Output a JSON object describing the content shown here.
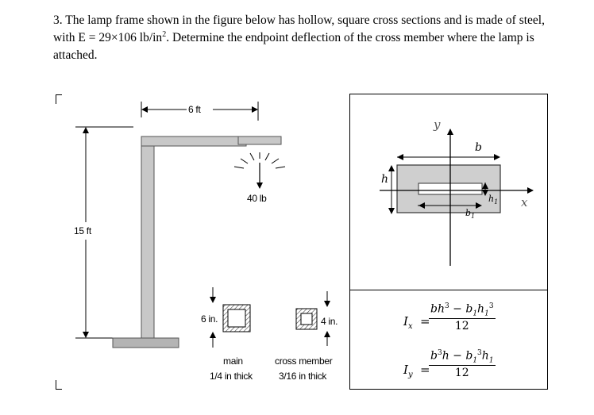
{
  "problem": {
    "number": "3.",
    "text_before": " The lamp frame shown in the figure below has hollow, square cross sections and is made of steel, with E = 29×106 lb/in",
    "sup": "2",
    "text_after": ". Determine the endpoint deflection of the cross member where the lamp is attached."
  },
  "figure": {
    "dim_horizontal": "6 ft",
    "dim_vertical": "15 ft",
    "load": "40 lb",
    "main_section_dim": "6 in.",
    "cross_section_dim": "4 in.",
    "main_label": "main",
    "main_thickness": "1/4 in thick",
    "cross_label": "cross member",
    "cross_thickness": "3/16 in thick"
  },
  "cross_section": {
    "axis_y": "y",
    "axis_x": "x",
    "b": "b",
    "h": "h",
    "b1": "b",
    "h1": "h",
    "sub1": "1"
  },
  "formulas": {
    "ix_lhs": "I",
    "ix_sub": "x",
    "iy_lhs": "I",
    "iy_sub": "y",
    "eq": "=",
    "denominator": "12"
  }
}
